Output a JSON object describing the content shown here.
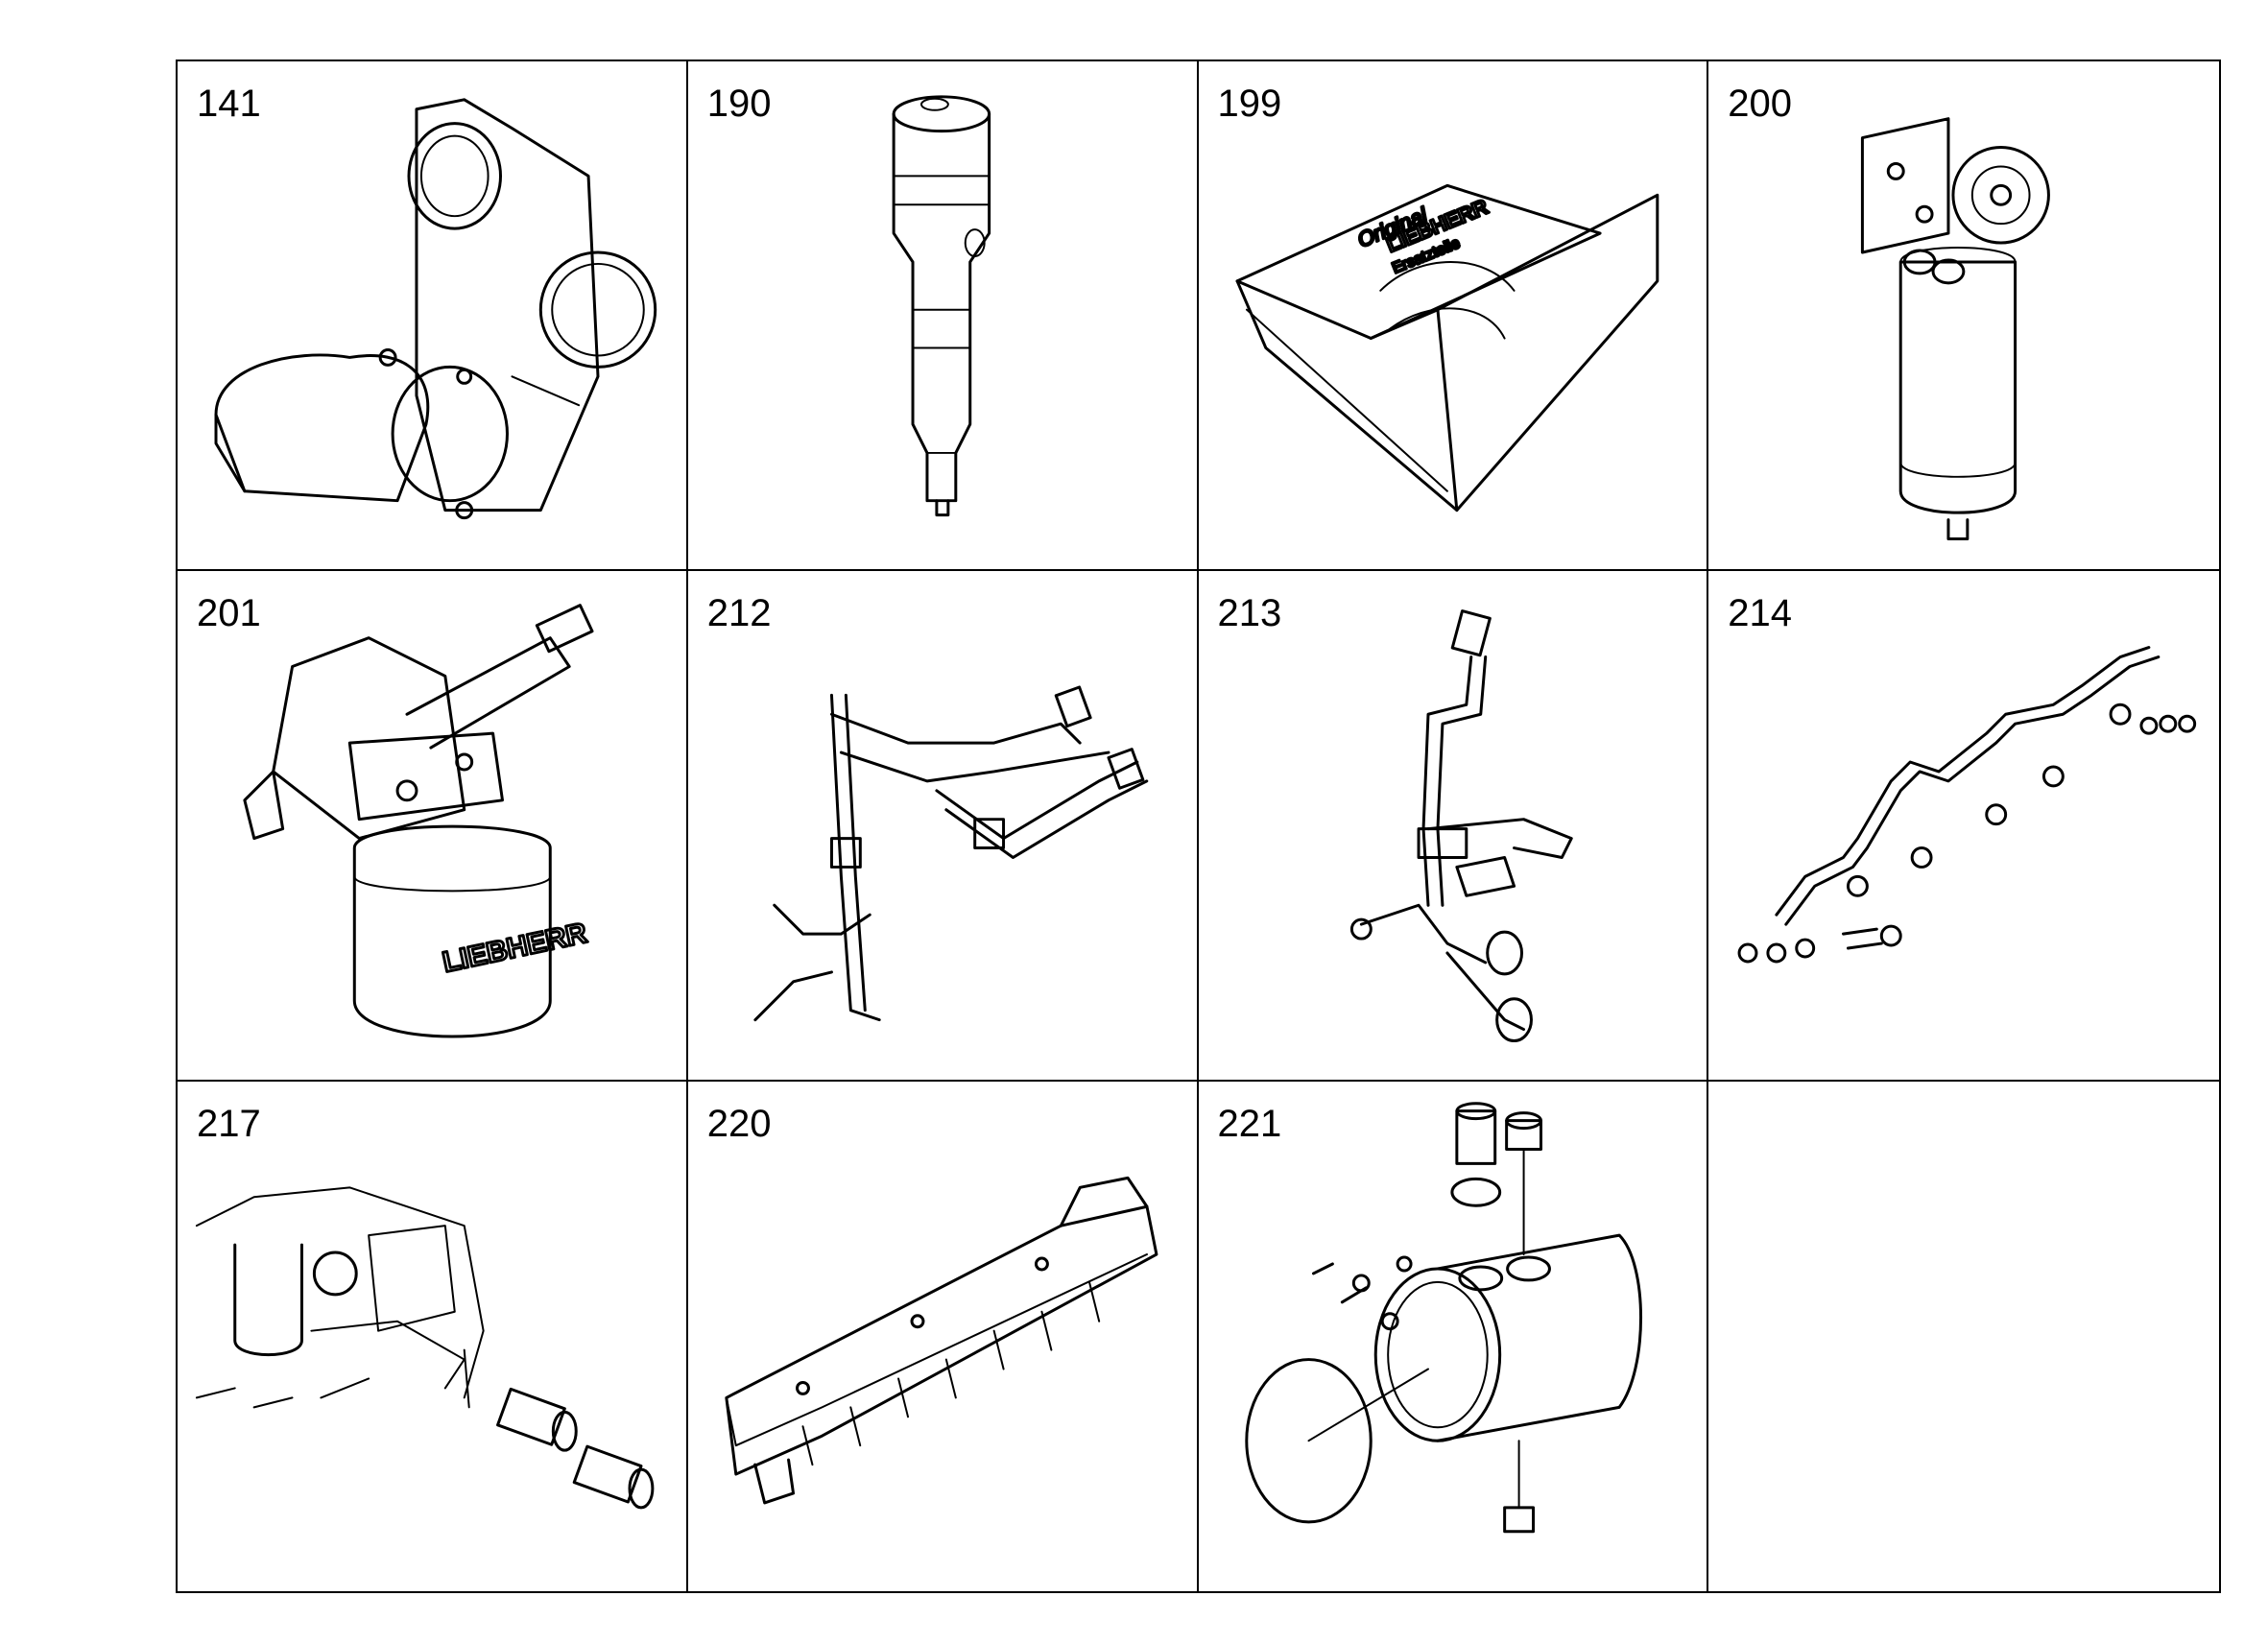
{
  "parts": [
    {
      "number": "141",
      "icon": "gear-housing-icon"
    },
    {
      "number": "190",
      "icon": "injector-icon"
    },
    {
      "number": "199",
      "icon": "packaging-box-icon"
    },
    {
      "number": "200",
      "icon": "fuel-filter-icon"
    },
    {
      "number": "201",
      "icon": "filter-head-icon"
    },
    {
      "number": "212",
      "icon": "fuel-lines-icon"
    },
    {
      "number": "213",
      "icon": "fuel-pipe-bracket-icon"
    },
    {
      "number": "214",
      "icon": "injection-lines-icon"
    },
    {
      "number": "217",
      "icon": "engine-connector-icon"
    },
    {
      "number": "220",
      "icon": "manifold-icon"
    },
    {
      "number": "221",
      "icon": "pipe-housing-icon"
    },
    {
      "number": "",
      "icon": ""
    }
  ],
  "box_print": {
    "line1": "Original",
    "line2": "LIEBHERR",
    "line3": "Ersatzteile"
  },
  "filter_brand": "LIEBHERR"
}
